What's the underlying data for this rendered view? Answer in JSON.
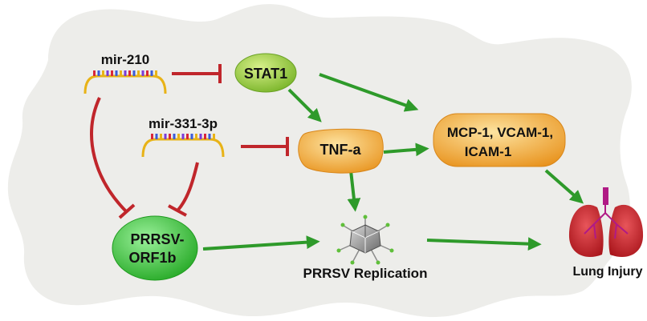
{
  "nodes": {
    "mir210": "mir-210",
    "mir331": "mir-331-3p",
    "stat1": "STAT1",
    "tnfa": "TNF-a",
    "mcp_line1": "MCP-1, VCAM-1,",
    "mcp_line2": "ICAM-1",
    "orf1b_line1": "PRRSV-",
    "orf1b_line2": "ORF1b",
    "replication": "PRRSV Replication",
    "lung": "Lung Injury"
  },
  "colors": {
    "activation_arrow": "#2e9a2a",
    "inhibition_arrow": "#c0262b",
    "cell_background": "#ededea",
    "stat1_node": "#8ec63f",
    "tnfa_node": "#f2a433",
    "mcp_node": "#f2a433",
    "orf1b_node": "#3cc43c",
    "lung": "#d0232a",
    "virus": "#8a8a8a"
  },
  "edges": [
    {
      "from": "mir-210",
      "to": "STAT1",
      "type": "inhibition"
    },
    {
      "from": "mir-210",
      "to": "PRRSV-ORF1b",
      "type": "inhibition"
    },
    {
      "from": "mir-331-3p",
      "to": "TNF-a",
      "type": "inhibition"
    },
    {
      "from": "mir-331-3p",
      "to": "PRRSV-ORF1b",
      "type": "inhibition"
    },
    {
      "from": "STAT1",
      "to": "TNF-a",
      "type": "activation"
    },
    {
      "from": "STAT1",
      "to": "MCP-1, VCAM-1, ICAM-1",
      "type": "activation"
    },
    {
      "from": "TNF-a",
      "to": "MCP-1, VCAM-1, ICAM-1",
      "type": "activation"
    },
    {
      "from": "TNF-a",
      "to": "PRRSV Replication",
      "type": "activation"
    },
    {
      "from": "PRRSV-ORF1b",
      "to": "PRRSV Replication",
      "type": "activation"
    },
    {
      "from": "PRRSV Replication",
      "to": "Lung Injury",
      "type": "activation"
    },
    {
      "from": "MCP-1, VCAM-1, ICAM-1",
      "to": "Lung Injury",
      "type": "activation"
    }
  ]
}
